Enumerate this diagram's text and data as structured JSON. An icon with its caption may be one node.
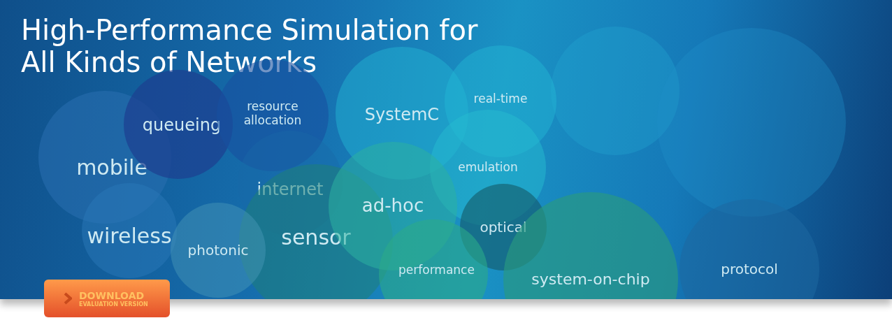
{
  "diagram": {
    "title": "High-Performance Simulation for All Kinds of Networks",
    "nodes": [
      {
        "text": [
          "queueing"
        ]
      },
      {
        "text": [
          "resource allocation"
        ]
      },
      {
        "text": [
          "SystemC"
        ]
      },
      {
        "text": [
          "real-time"
        ]
      },
      {
        "text": [
          "emulation"
        ]
      },
      {
        "text": [
          "mobile"
        ]
      },
      {
        "text": [
          "internet"
        ]
      },
      {
        "text": [
          "ad-hoc"
        ]
      },
      {
        "text": [
          "wireless"
        ]
      },
      {
        "text": [
          "photonic"
        ]
      },
      {
        "text": [
          "sensor"
        ]
      },
      {
        "text": [
          "optical"
        ]
      },
      {
        "text": [
          "performance"
        ]
      },
      {
        "text": [
          "system-on-chip"
        ]
      },
      {
        "text": [
          "protocol"
        ]
      },
      {
        "text": [],
        "shape": "circle"
      },
      {
        "text": [],
        "shape": "circle"
      },
      {
        "text": [
          "DOWNLOAD",
          "EVALUATION VERSION"
        ]
      }
    ],
    "edges": []
  }
}
